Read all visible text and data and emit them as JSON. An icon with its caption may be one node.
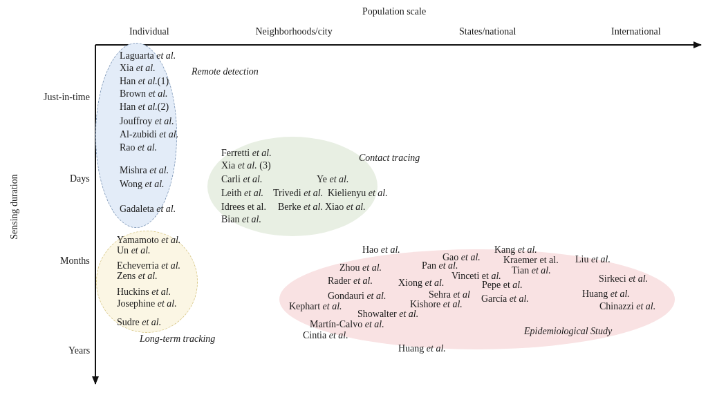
{
  "diagram": {
    "nodes": [
      {
        "text": [
          "Laguarta *et al.*",
          "Xia *et al.*",
          "Han *et al.*(1)",
          "Brown *et al.*",
          "Han *et al.*(2)",
          "Jouffroy *et al.*",
          "Al-zubidi *et al.*",
          "Rao *et al.*",
          "Mishra *et al.*",
          "Wong *et al.*",
          "Gadaleta *et al.*"
        ],
        "beside": [
          "Remote detection"
        ]
      },
      {
        "text": [
          "Ferretti *et al.*",
          "Xia *et al.* (3)",
          "Carli *et al.*",
          "Ye *et al.*",
          "Leith *et al.*",
          "Trivedi *et al.*",
          "Kielienyu *et al.*",
          "Idrees et al.",
          "Berke *et al.*",
          "Xiao *et al.*",
          "Bian *et al.*"
        ],
        "beside": [
          "Contact tracing"
        ]
      },
      {
        "text": [
          "Yamamoto *et al.*",
          "Un *et al.*",
          "Echeverria *et al.*",
          "Zens *et al.*",
          "Huckins *et al.*",
          "Josephine *et al.*",
          "Sudre *et al.*"
        ],
        "beside": [
          "Long-term tracking"
        ]
      },
      {
        "text": [
          "Hao *et al.*",
          "Kang *et al.*",
          "Gao *et al.*",
          "Kraemer et al.",
          "Liu *et al.*",
          "Zhou *et al.*",
          "Pan *et al.*",
          "Tian *et al.*",
          "Vinceti et *al.*",
          "Rader *et al.*",
          "Xiong *et al.*",
          "Sirkeci *et al.*",
          "Pepe et *al.*",
          "Gondauri *et al.*",
          "Sehra *et al*",
          "García *et al.*",
          "Huang *et al.*",
          "Kephart *et al.*",
          "Kishore *et al.*",
          "Chinazzi *et al.*",
          "Showalter *et al.*",
          "Martín-Calvo *et al.*",
          "Cintia *et al.*",
          "Epidemiological Study",
          "Huang *et al.*"
        ]
      }
    ],
    "labels": [
      "Population scale",
      "Individual",
      "Neighborhoods/city",
      "States/national",
      "International",
      "Sensing duration",
      "Just-in-time",
      "Days",
      "Months",
      "Years"
    ]
  }
}
